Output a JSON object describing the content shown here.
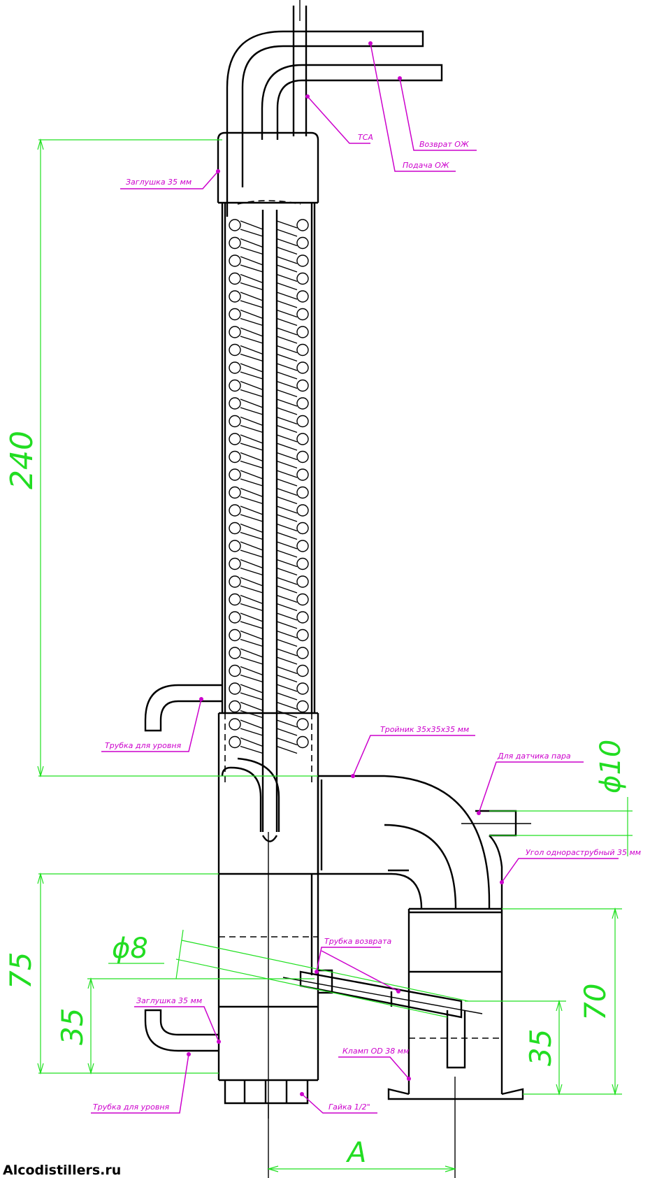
{
  "labels": {
    "tca": "ТСА",
    "return_coolant": "Возврат ОЖ",
    "supply_coolant": "Подача ОЖ",
    "plug_top": "Заглушка 35 мм",
    "level_tube_top": "Трубка для уровня",
    "tee": "Тройник 35х35х35 мм",
    "steam_sensor": "Для датчика пара",
    "elbow": "Угол однораструбный 35 мм",
    "return_tube": "Трубка возврата",
    "plug_bottom": "Заглушка 35 мм",
    "clamp": "Кламп OD 38 мм",
    "level_tube_bottom": "Трубка для уровня",
    "nut": "Гайка 1/2\""
  },
  "dimensions": {
    "height_main": "240",
    "diameter_sensor": "ϕ10",
    "diameter_tube": "ϕ8",
    "height_75": "75",
    "height_35_left": "35",
    "height_70": "70",
    "height_35_right": "35",
    "width_a": "A"
  },
  "watermark": "Alcodistillers.ru",
  "colors": {
    "dimension": "#22dd22",
    "leader": "#cc00cc",
    "outline": "#000000"
  }
}
